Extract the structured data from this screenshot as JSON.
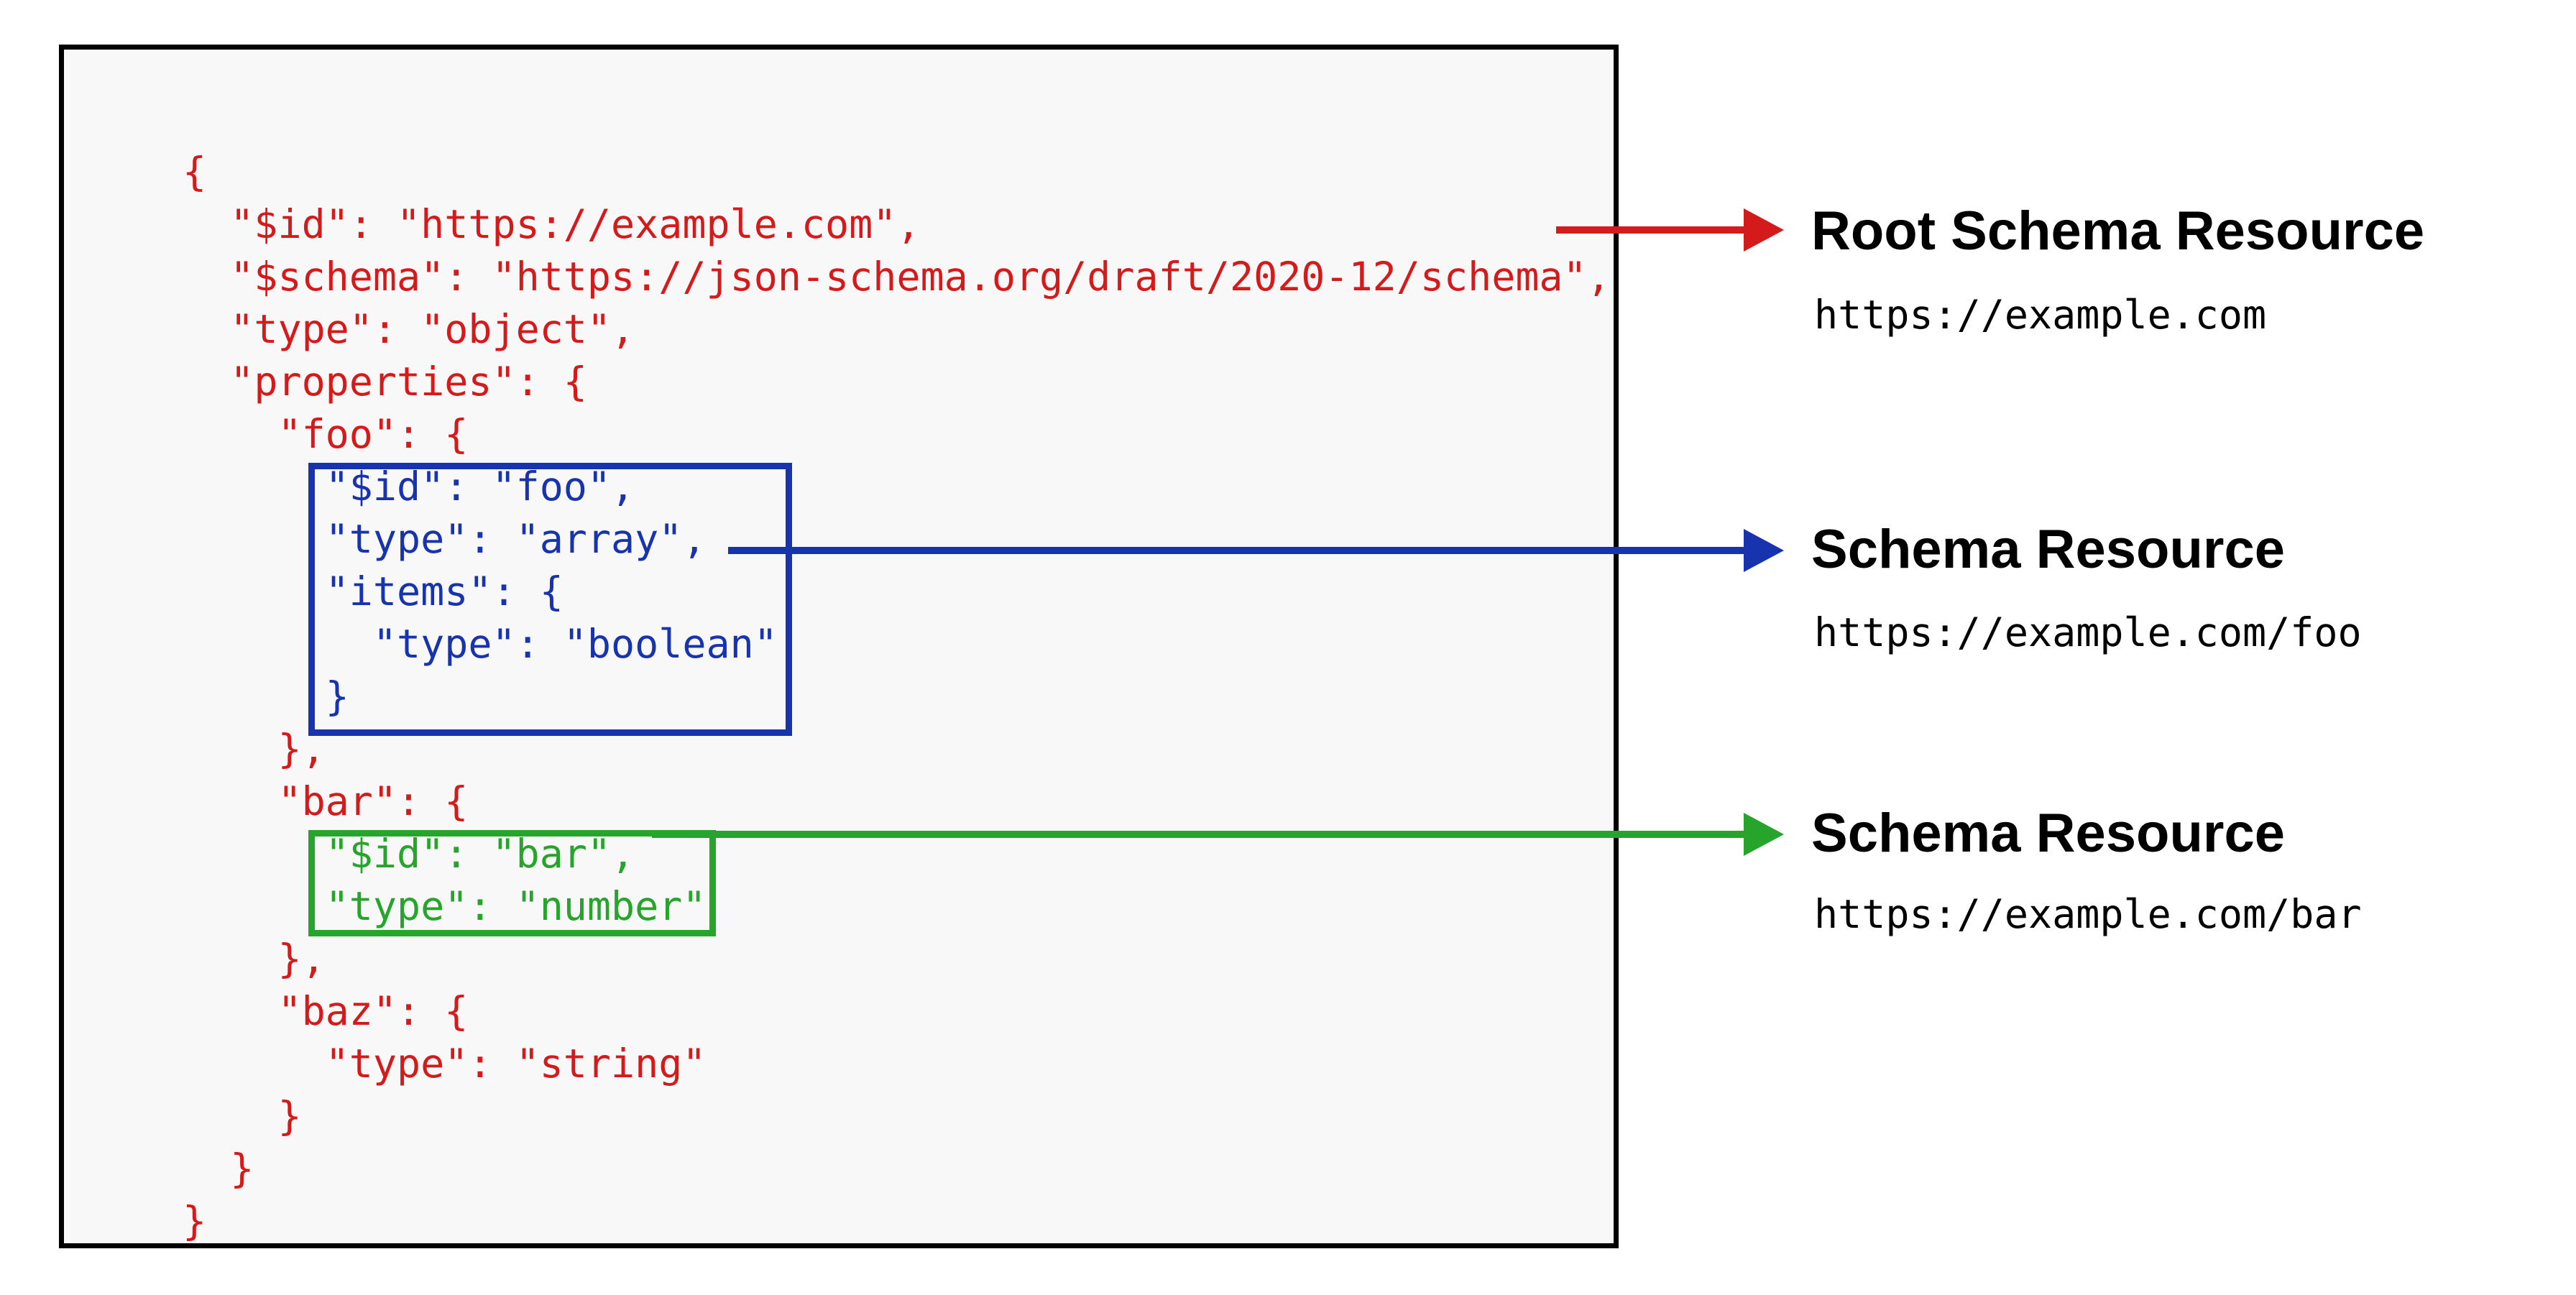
{
  "palette": {
    "red": "#d41a1a",
    "blue": "#1733ae",
    "green": "#26a42c",
    "panel_bg": "#f8f8f8",
    "panel_border": "#000000",
    "label_text": "#000000"
  },
  "code": {
    "lines": [
      {
        "text": "{",
        "color": "red"
      },
      {
        "text": "  \"$id\": \"https://example.com\",",
        "color": "red"
      },
      {
        "text": "  \"$schema\": \"https://json-schema.org/draft/2020-12/schema\",",
        "color": "red"
      },
      {
        "text": "  \"type\": \"object\",",
        "color": "red"
      },
      {
        "text": "  \"properties\": {",
        "color": "red"
      },
      {
        "text": "    \"foo\": {",
        "color": "red"
      },
      {
        "text": "      \"$id\": \"foo\",",
        "color": "blue"
      },
      {
        "text": "      \"type\": \"array\",",
        "color": "blue"
      },
      {
        "text": "      \"items\": {",
        "color": "blue"
      },
      {
        "text": "        \"type\": \"boolean\"",
        "color": "blue"
      },
      {
        "text": "      }",
        "color": "blue"
      },
      {
        "text": "    },",
        "color": "red"
      },
      {
        "text": "    \"bar\": {",
        "color": "red"
      },
      {
        "text": "      \"$id\": \"bar\",",
        "color": "green"
      },
      {
        "text": "      \"type\": \"number\"",
        "color": "green"
      },
      {
        "text": "    },",
        "color": "red"
      },
      {
        "text": "    \"baz\": {",
        "color": "red"
      },
      {
        "text": "      \"type\": \"string\"",
        "color": "red"
      },
      {
        "text": "    }",
        "color": "red"
      },
      {
        "text": "  }",
        "color": "red"
      },
      {
        "text": "}",
        "color": "red"
      }
    ]
  },
  "callouts": [
    {
      "title": "Root Schema Resource",
      "url": "https://example.com",
      "color": "red"
    },
    {
      "title": "Schema Resource",
      "url": "https://example.com/foo",
      "color": "blue"
    },
    {
      "title": "Schema Resource",
      "url": "https://example.com/bar",
      "color": "green"
    }
  ]
}
